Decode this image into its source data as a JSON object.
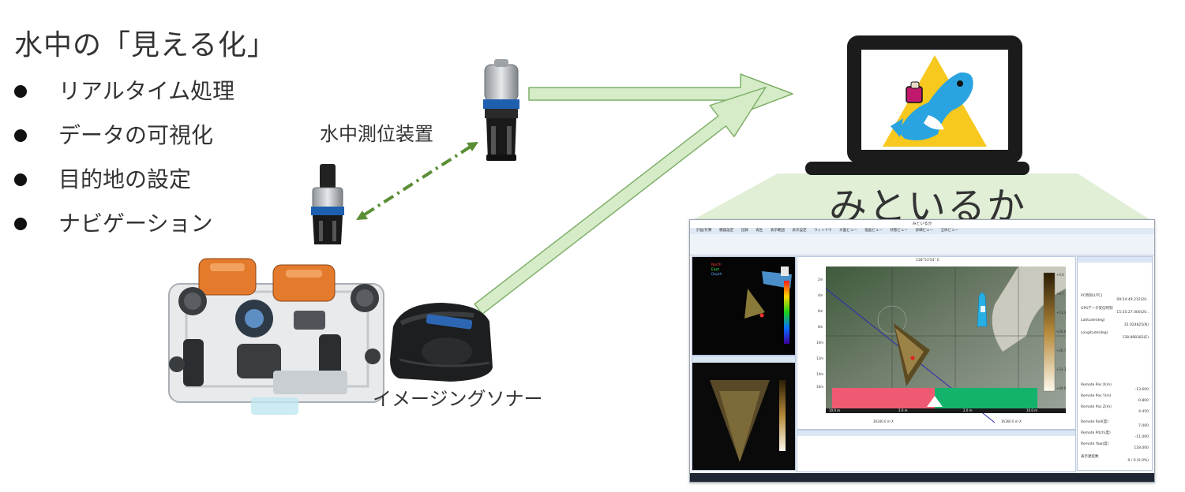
{
  "heading": "水中の「見える化」",
  "bullets": [
    "リアルタイム処理",
    "データの可視化",
    "目的地の設定",
    "ナビゲーション"
  ],
  "labels": {
    "positioning_device": "水中測位装置",
    "imaging_sonar": "イメージングソナー",
    "software_name": "みといるか"
  },
  "colors": {
    "arrow_fill": "#d6ecc9",
    "arrow_stroke": "#7fb069",
    "dashed_arrow": "#5a8e34",
    "zoom_fill": "#e0efd6",
    "laptop": "#1b1b1b",
    "logo_triangle": "#f7c81e",
    "dolphin": "#2aa4e0"
  },
  "icons": [
    "usbl-transceiver-icon",
    "usbl-beacon-icon",
    "rov-icon",
    "sonar-icon",
    "laptop-icon",
    "dolphin-logo-icon"
  ],
  "app": {
    "window_title": "みといるか",
    "menu": [
      "計画/計算",
      "機器設定",
      "記録",
      "再生",
      "表示範囲",
      "表示設定",
      "ウィンドウ",
      "水面ビュー",
      "描画ビュー",
      "状態ビュー",
      "詳細ビュー",
      "全体ビュー"
    ],
    "map_coord_top": "138°53'54\" E",
    "map_coord_bottom_left": "36340.0 m X",
    "map_coord_bottom_right": "36360.0 m X",
    "depth_ticks": [
      "2m",
      "4m",
      "6m",
      "8m",
      "10m",
      "12m",
      "14m",
      "16m"
    ],
    "range_labels": [
      "10.0 m",
      "2.0 m",
      "2.0 m",
      "10.0 m"
    ],
    "scale_values": [
      "+0.0",
      "+6.7",
      "+13.3",
      "+20.0",
      "+26.7",
      "+33.3",
      "+40.0"
    ],
    "legend": [
      "North",
      "East",
      "Depth"
    ],
    "props": [
      [
        "PC時刻(UTC)",
        "09:54:49.212(20.."
      ],
      [
        "GPSデータ受信時刻",
        "15:35:27.000(20.."
      ],
      [
        "Latitude(deg)",
        "35.024825(N)"
      ],
      [
        "Longitude(deg)",
        "138.898383(E)"
      ],
      [
        "Remote Pos X(m)",
        "-13.600"
      ],
      [
        "Remote Pos Y(m)",
        "-0.800"
      ],
      [
        "Remote Pos Z(m)",
        "4.450"
      ],
      [
        "Remote Roll(度)",
        "7.000"
      ],
      [
        "Remote Pitch(度)",
        "-11.000"
      ],
      [
        "Remote Yaw(度)",
        "128.000"
      ],
      [
        "表示遅延数",
        "0 / 0 (0.0%)"
      ]
    ]
  }
}
